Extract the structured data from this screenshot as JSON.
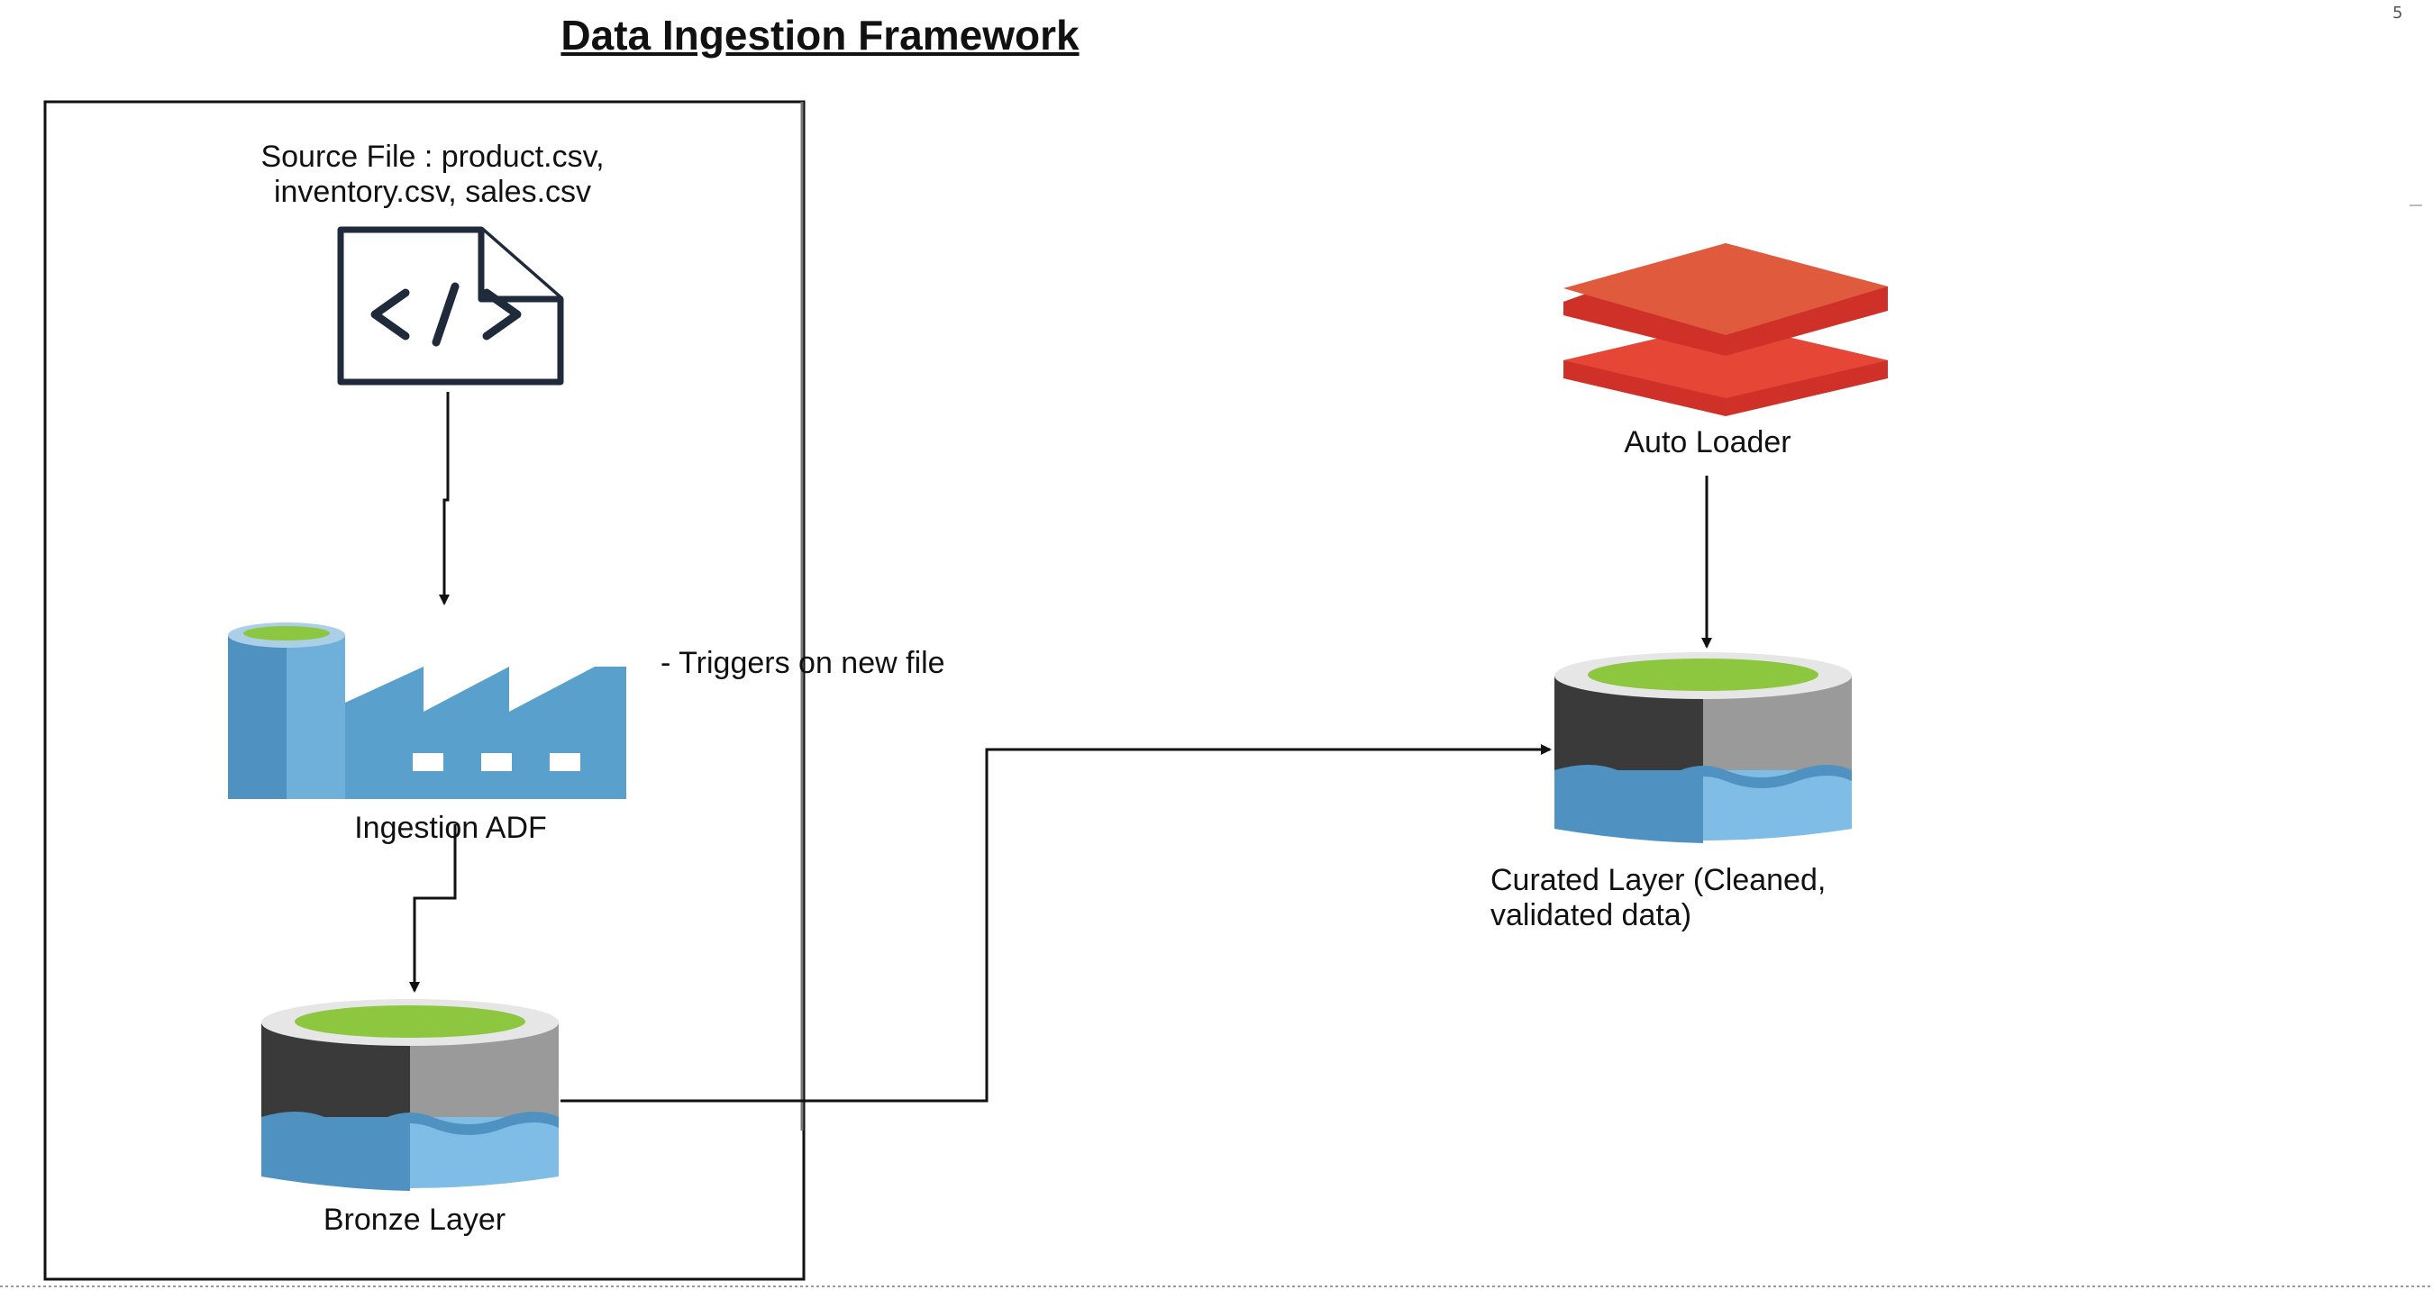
{
  "title": "Data Ingestion Framework",
  "nodes": {
    "source_file": {
      "label_line1": "Source File : product.csv,",
      "label_line2": "inventory.csv, sales.csv",
      "icon": "code-file-icon"
    },
    "ingestion_adf": {
      "label": "Ingestion ADF",
      "icon": "data-factory-icon"
    },
    "trigger_note": {
      "label": "- Triggers on new file"
    },
    "bronze_layer": {
      "label": "Bronze Layer",
      "icon": "database-cylinder-icon"
    },
    "auto_loader": {
      "label": "Auto Loader",
      "icon": "databricks-layers-icon"
    },
    "curated_layer": {
      "label_line1": "Curated Layer (Cleaned,",
      "label_line2": "validated data)",
      "icon": "database-cylinder-icon"
    }
  },
  "edges": [
    {
      "from": "source_file",
      "to": "ingestion_adf"
    },
    {
      "from": "ingestion_adf",
      "to": "bronze_layer"
    },
    {
      "from": "bronze_layer",
      "to": "curated_layer"
    },
    {
      "from": "auto_loader",
      "to": "curated_layer"
    }
  ],
  "colors": {
    "cylinder_top_green": "#8dc63f",
    "cylinder_dark": "#3a3a3a",
    "cylinder_gray": "#9a9a9a",
    "cylinder_blue": "#58a0cf",
    "cylinder_light_blue": "#7fbde6",
    "adf_blue": "#5aa0cc",
    "databricks_red": "#e03a2e"
  },
  "corner_mark": "5"
}
